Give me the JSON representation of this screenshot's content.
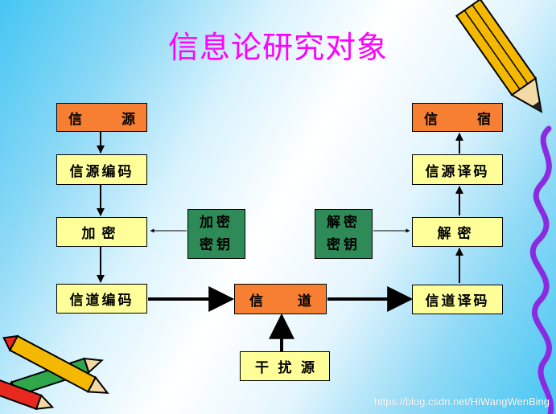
{
  "title": "信息论研究对象",
  "left_chain": {
    "source": [
      "信",
      "源"
    ],
    "source_encoding": "信源编码",
    "encrypt": "加密",
    "channel_encoding": "信道编码"
  },
  "channel": [
    "信",
    "道"
  ],
  "noise": [
    "干",
    "扰",
    "源"
  ],
  "right_chain": {
    "sink": [
      "信",
      "宿"
    ],
    "source_decoding": "信源译码",
    "decrypt": "解密",
    "channel_decoding": "信道译码"
  },
  "keys": {
    "encrypt_key": [
      "加密",
      "密钥"
    ],
    "decrypt_key": [
      "解密",
      "密钥"
    ]
  },
  "watermark": "https://blog.csdn.net/HiWangWenBing",
  "colors": {
    "title": "#ff00ff",
    "orange": "#f77f31",
    "yellow": "#ffff99",
    "green": "#2e8b57",
    "background": "#45c6f3"
  },
  "icons": [
    "pencil-icon",
    "squiggle-icon",
    "crossed-pencils-icon"
  ]
}
